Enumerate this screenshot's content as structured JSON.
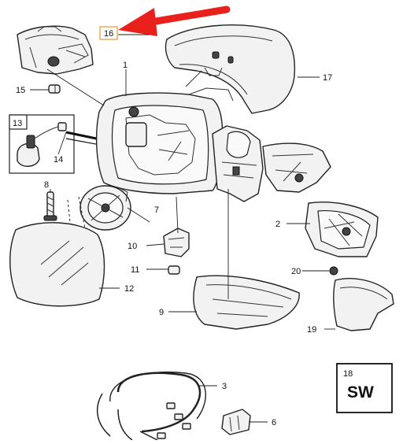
{
  "diagram": {
    "callouts": {
      "c1": "1",
      "c2": "2",
      "c3": "3",
      "c6": "6",
      "c7": "7",
      "c8": "8",
      "c9": "9",
      "c10": "10",
      "c11": "11",
      "c12": "12",
      "c13": "13",
      "c14": "14",
      "c15": "15",
      "c16": "16",
      "c17": "17",
      "c19": "19",
      "c20": "20"
    },
    "kit_box": {
      "number": "18",
      "label": "SW"
    },
    "highlight_color": "#e8211c",
    "box_accent_color": "#e39a2d"
  }
}
